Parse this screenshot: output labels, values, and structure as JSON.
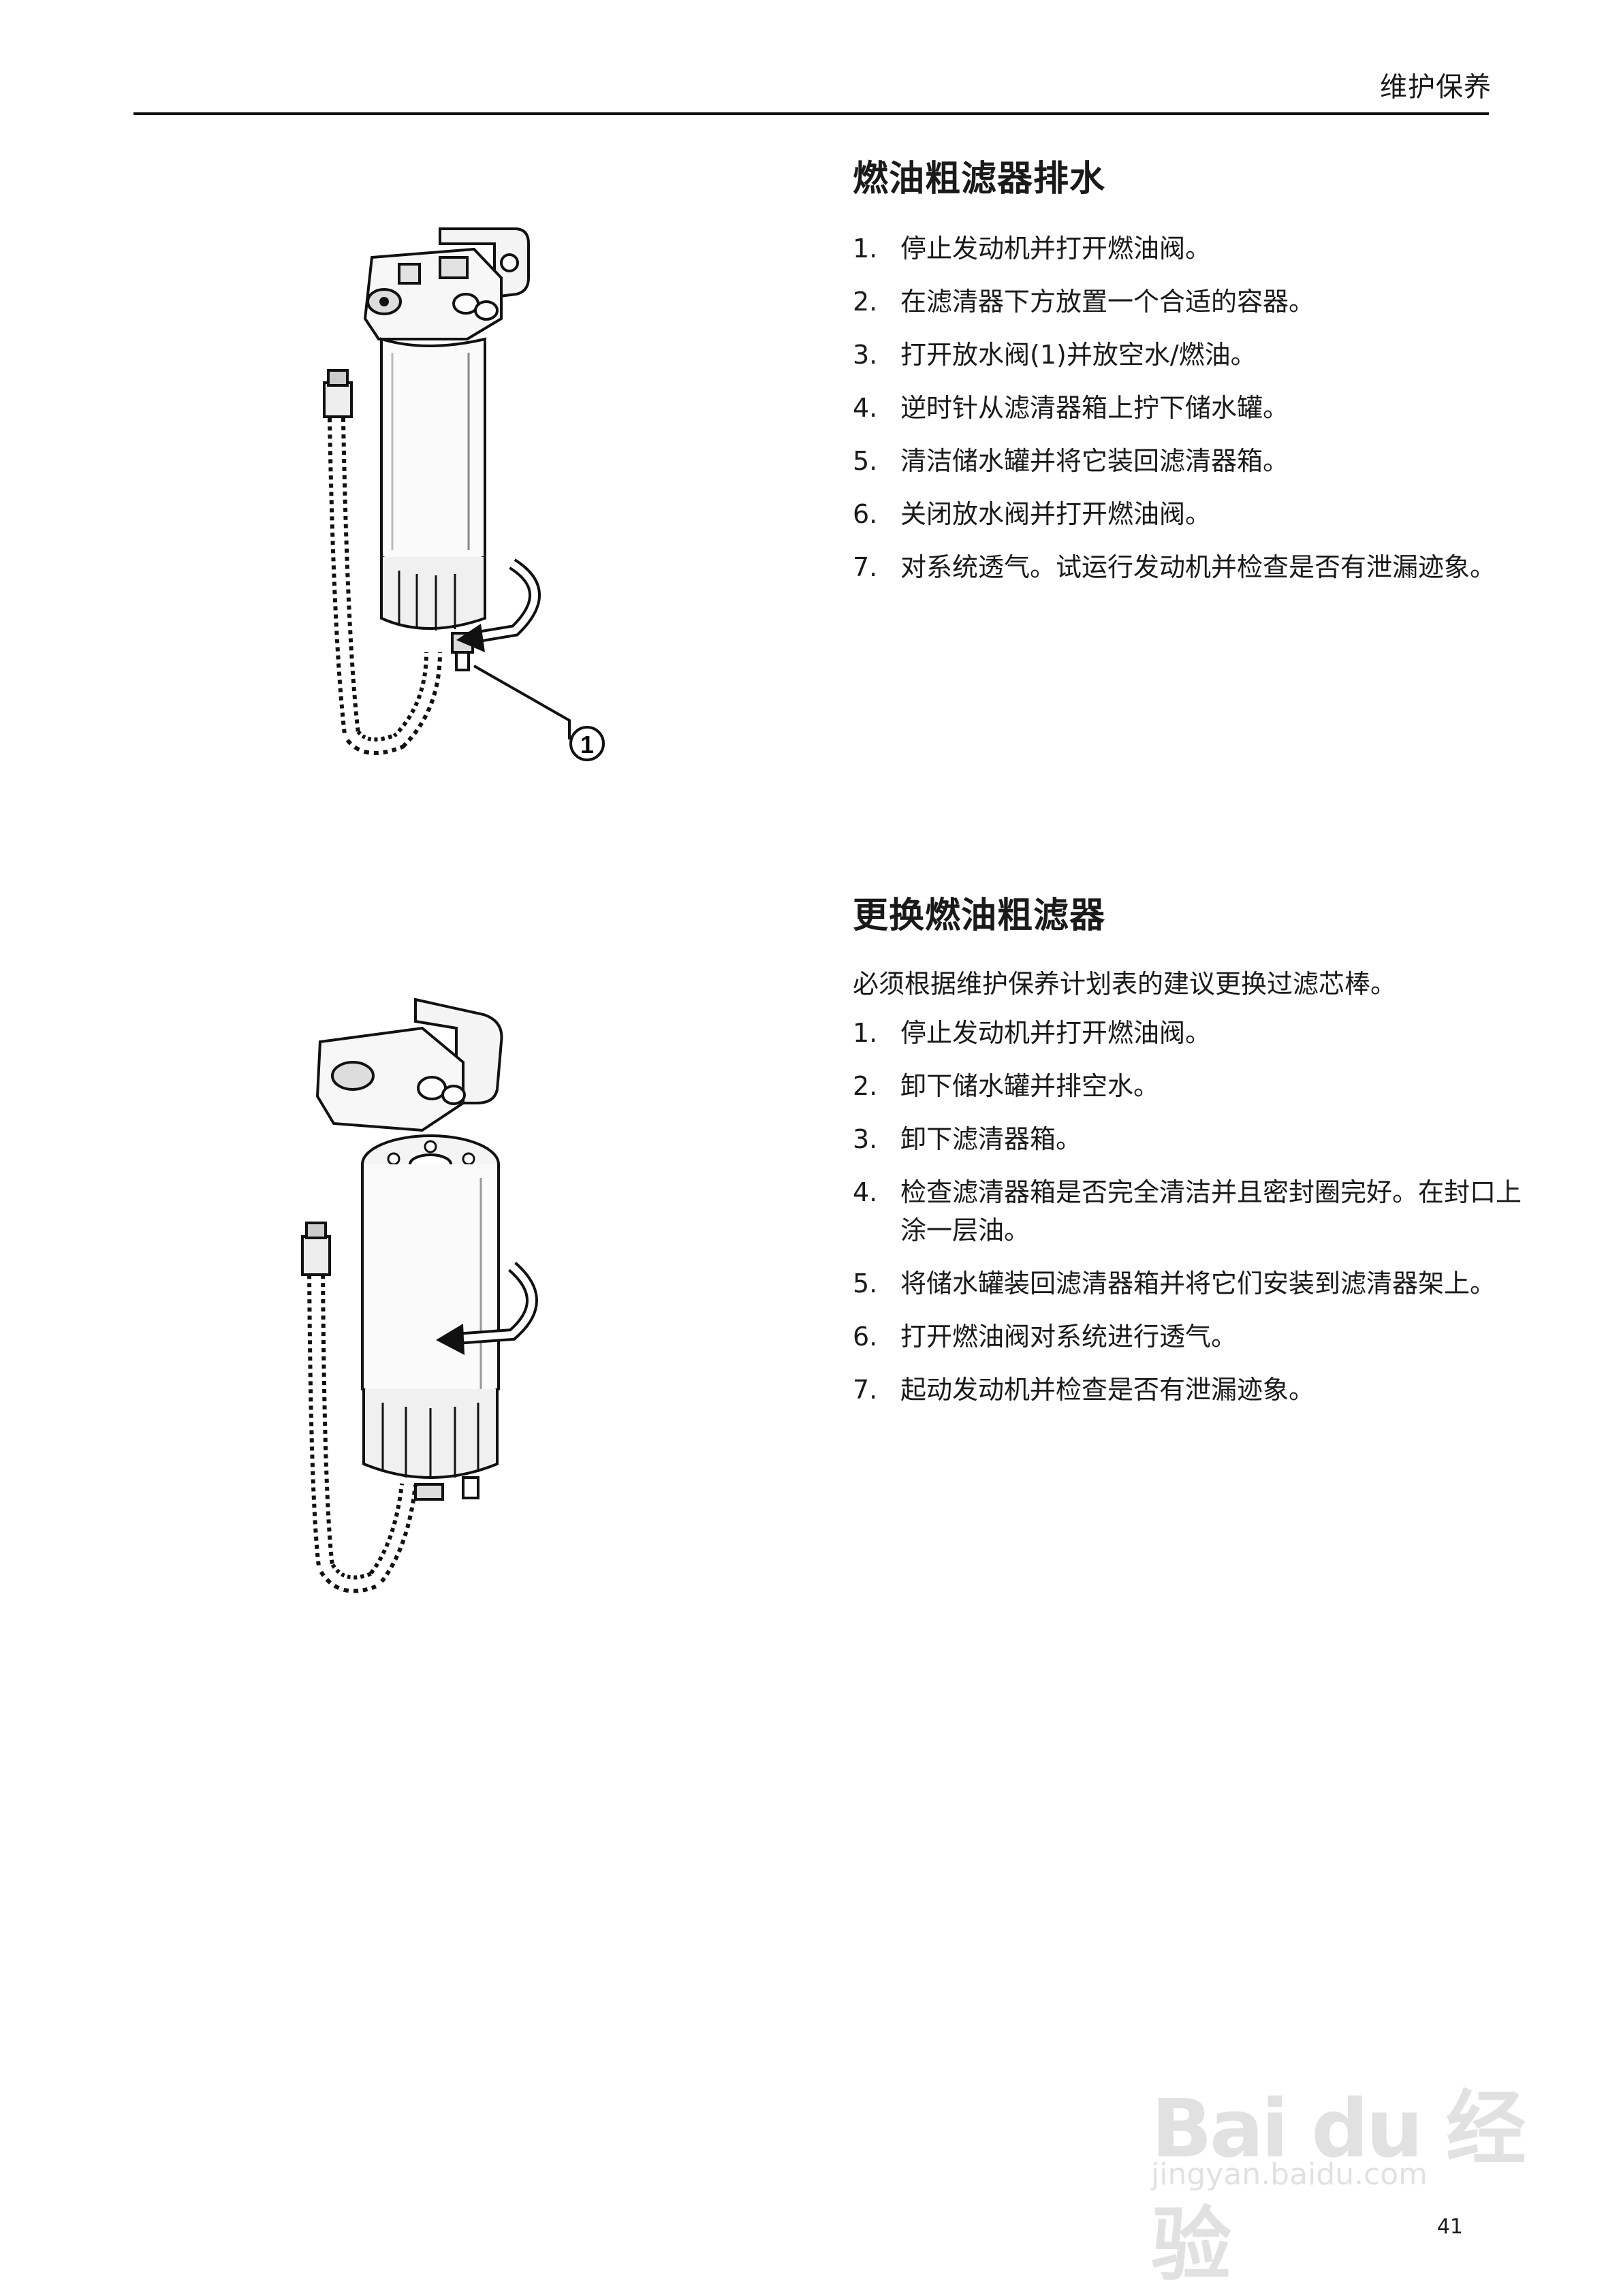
{
  "header": {
    "section_label": "维护保养"
  },
  "sections": [
    {
      "title": "燃油粗滤器排水",
      "intro": "",
      "steps": [
        {
          "num": "1.",
          "text": "停止发动机并打开燃油阀。"
        },
        {
          "num": "2.",
          "text": "在滤清器下方放置一个合适的容器。"
        },
        {
          "num": "3.",
          "text": "打开放水阀(1)并放空水/燃油。"
        },
        {
          "num": "4.",
          "text": "逆时针从滤清器箱上拧下储水罐。"
        },
        {
          "num": "5.",
          "text": "清洁储水罐并将它装回滤清器箱。"
        },
        {
          "num": "6.",
          "text": "关闭放水阀并打开燃油阀。"
        },
        {
          "num": "7.",
          "text": "对系统透气。试运行发动机并检查是否有泄漏迹象。"
        }
      ],
      "figure": {
        "callout": "1"
      }
    },
    {
      "title": "更换燃油粗滤器",
      "intro": "必须根据维护保养计划表的建议更换过滤芯棒。",
      "steps": [
        {
          "num": "1.",
          "text": "停止发动机并打开燃油阀。"
        },
        {
          "num": "2.",
          "text": "卸下储水罐并排空水。"
        },
        {
          "num": "3.",
          "text": "卸下滤清器箱。"
        },
        {
          "num": "4.",
          "text": "检查滤清器箱是否完全清洁并且密封圈完好。在封口上涂一层油。"
        },
        {
          "num": "5.",
          "text": "将储水罐装回滤清器箱并将它们安装到滤清器架上。"
        },
        {
          "num": "6.",
          "text": "打开燃油阀对系统进行透气。"
        },
        {
          "num": "7.",
          "text": "起动发动机并检查是否有泄漏迹象。"
        }
      ]
    }
  ],
  "watermark": {
    "logo": "Bai du 经验",
    "url": "jingyan.baidu.com"
  },
  "page_number": "41"
}
